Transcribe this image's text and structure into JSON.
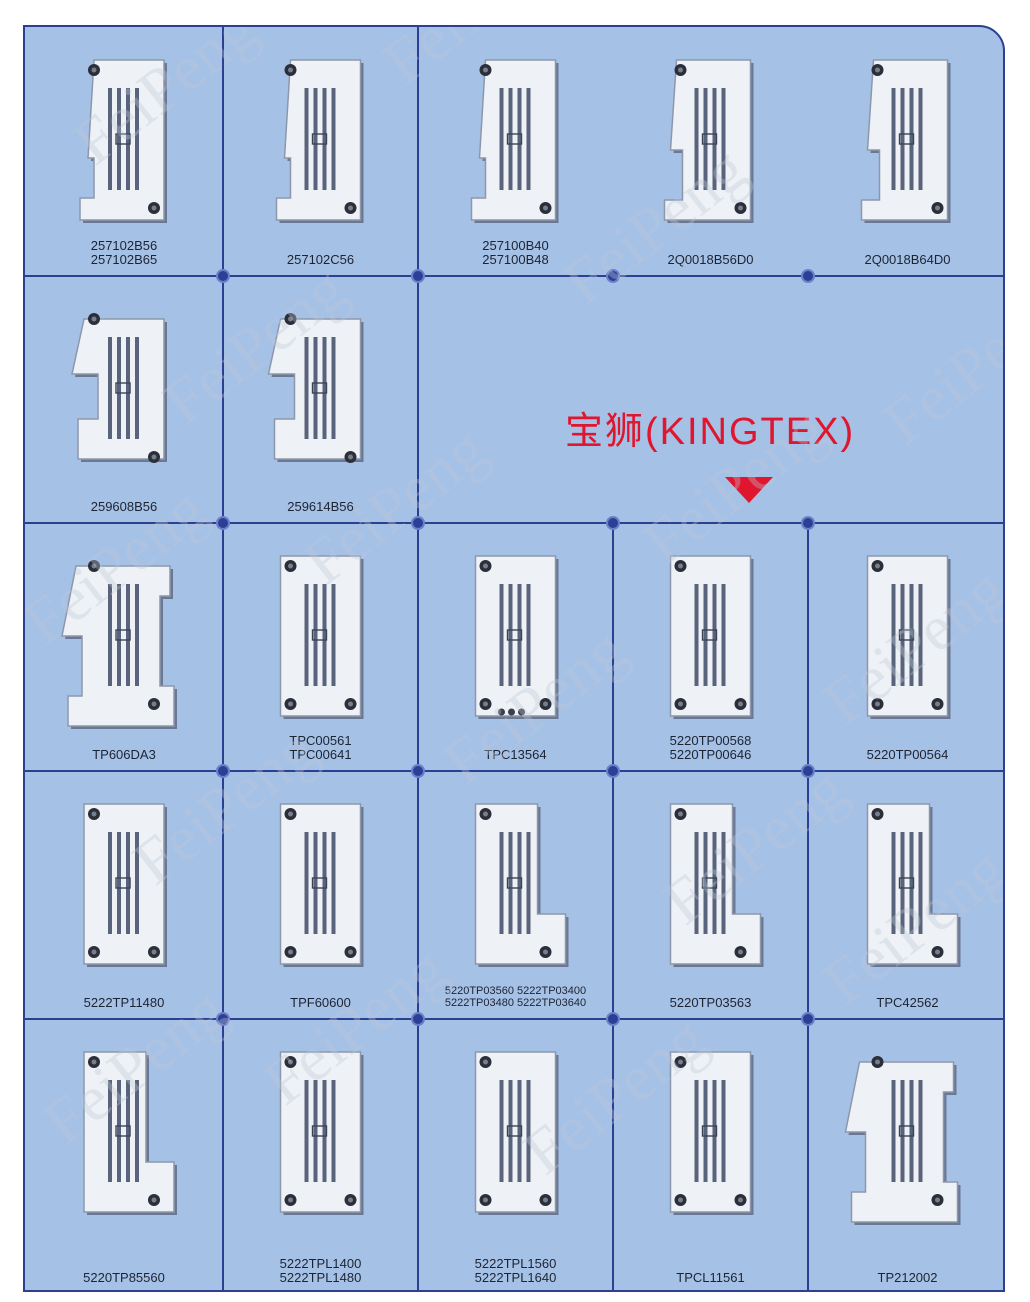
{
  "header": {
    "brand": "宝狮(KINGTEX)",
    "arrow_icon": "down-triangle-icon",
    "brand_color": "#e0152e"
  },
  "watermark": {
    "text": "FeiPeng"
  },
  "products": [
    {
      "id": "p1",
      "label_lines": [
        "257102B56",
        "257102B65"
      ]
    },
    {
      "id": "p2",
      "label_lines": [
        "257102C56"
      ]
    },
    {
      "id": "p3",
      "label_lines": [
        "257100B40",
        "257100B48"
      ]
    },
    {
      "id": "p4",
      "label_lines": [
        "2Q0018B56D0"
      ]
    },
    {
      "id": "p5",
      "label_lines": [
        "2Q0018B64D0"
      ]
    },
    {
      "id": "p6",
      "label_lines": [
        "259608B56"
      ]
    },
    {
      "id": "p7",
      "label_lines": [
        "259614B56"
      ]
    },
    {
      "id": "p8",
      "label_lines": [
        "TP606DA3"
      ]
    },
    {
      "id": "p9",
      "label_lines": [
        "TPC00561",
        "TPC00641"
      ]
    },
    {
      "id": "p10",
      "label_lines": [
        "TPC13564"
      ]
    },
    {
      "id": "p11",
      "label_lines": [
        "5220TP00568",
        "5220TP00646"
      ]
    },
    {
      "id": "p12",
      "label_lines": [
        "5220TP00564"
      ]
    },
    {
      "id": "p13",
      "label_lines": [
        "5222TP11480"
      ]
    },
    {
      "id": "p14",
      "label_lines": [
        "TPF60600"
      ]
    },
    {
      "id": "p15",
      "label_lines": [
        "5220TP03560  5222TP03400",
        "5222TP03480  5222TP03640"
      ]
    },
    {
      "id": "p16",
      "label_lines": [
        "5220TP03563"
      ]
    },
    {
      "id": "p17",
      "label_lines": [
        "TPC42562"
      ]
    },
    {
      "id": "p18",
      "label_lines": [
        "5220TP85560"
      ]
    },
    {
      "id": "p19",
      "label_lines": [
        "5222TPL1400",
        "5222TPL1480"
      ]
    },
    {
      "id": "p20",
      "label_lines": [
        "5222TPL1560",
        "5222TPL1640"
      ]
    },
    {
      "id": "p21",
      "label_lines": [
        "TPCL11561"
      ]
    },
    {
      "id": "p22",
      "label_lines": [
        "TP212002"
      ]
    }
  ]
}
